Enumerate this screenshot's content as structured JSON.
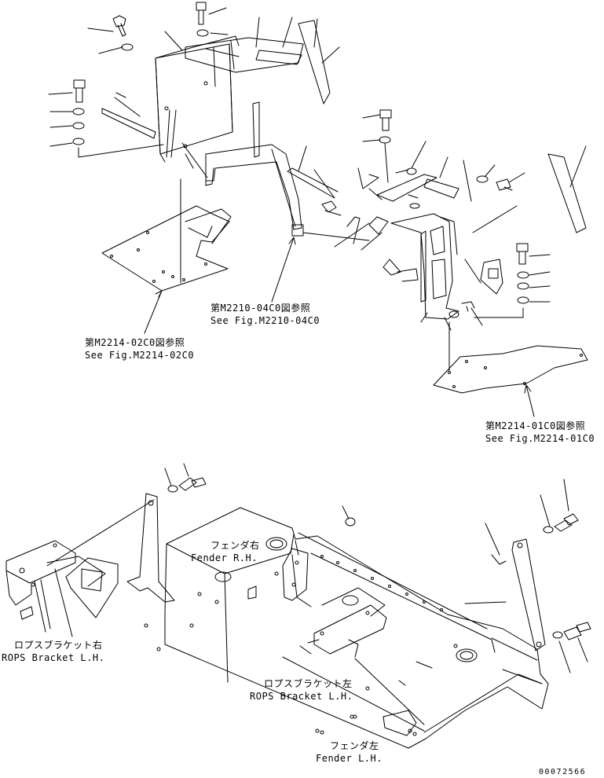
{
  "refs": {
    "ref_1": {
      "jp": "第M2210-04C0図参照",
      "en": "See Fig.M2210-04C0"
    },
    "ref_2": {
      "jp": "第M2214-02C0図参照",
      "en": "See Fig.M2214-02C0"
    },
    "ref_3": {
      "jp": "第M2214-01C0図参照",
      "en": "See Fig.M2214-01C0"
    }
  },
  "parts": {
    "fender_rh": {
      "jp": "フェンダ右",
      "en": "Fender R.H."
    },
    "fender_lh": {
      "jp": "フェンダ左",
      "en": "Fender L.H."
    },
    "rops_bracket_right": {
      "jp": "ロプスブラケット右",
      "en": "ROPS Bracket L.H."
    },
    "rops_bracket_left": {
      "jp": "ロプスブラケット左",
      "en": "ROPS Bracket L.H."
    }
  },
  "drawing_number": "00072566"
}
